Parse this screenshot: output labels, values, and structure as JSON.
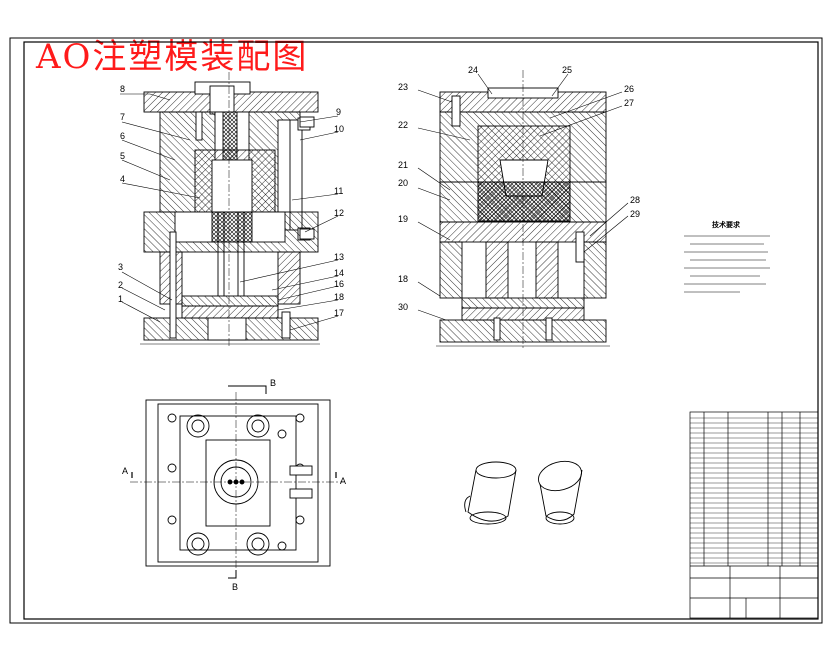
{
  "drawing": {
    "title": "AO注塑模装配图"
  },
  "main_view_labels": [
    "8",
    "7",
    "6",
    "5",
    "4",
    "3",
    "2",
    "1",
    "9",
    "10",
    "11",
    "12",
    "13",
    "14",
    "16",
    "18",
    "17"
  ],
  "side_view_labels": [
    "23",
    "24",
    "25",
    "26",
    "27",
    "22",
    "21",
    "20",
    "19",
    "18",
    "30",
    "28",
    "29"
  ],
  "plan_view_labels": {
    "section_b_top": "B",
    "section_b_bottom": "B",
    "section_a_left": "A",
    "section_a_right": "A"
  },
  "tech_requirements": {
    "title": "技术要求"
  },
  "colors": {
    "title": "#ff1a1a",
    "line": "#000000"
  }
}
